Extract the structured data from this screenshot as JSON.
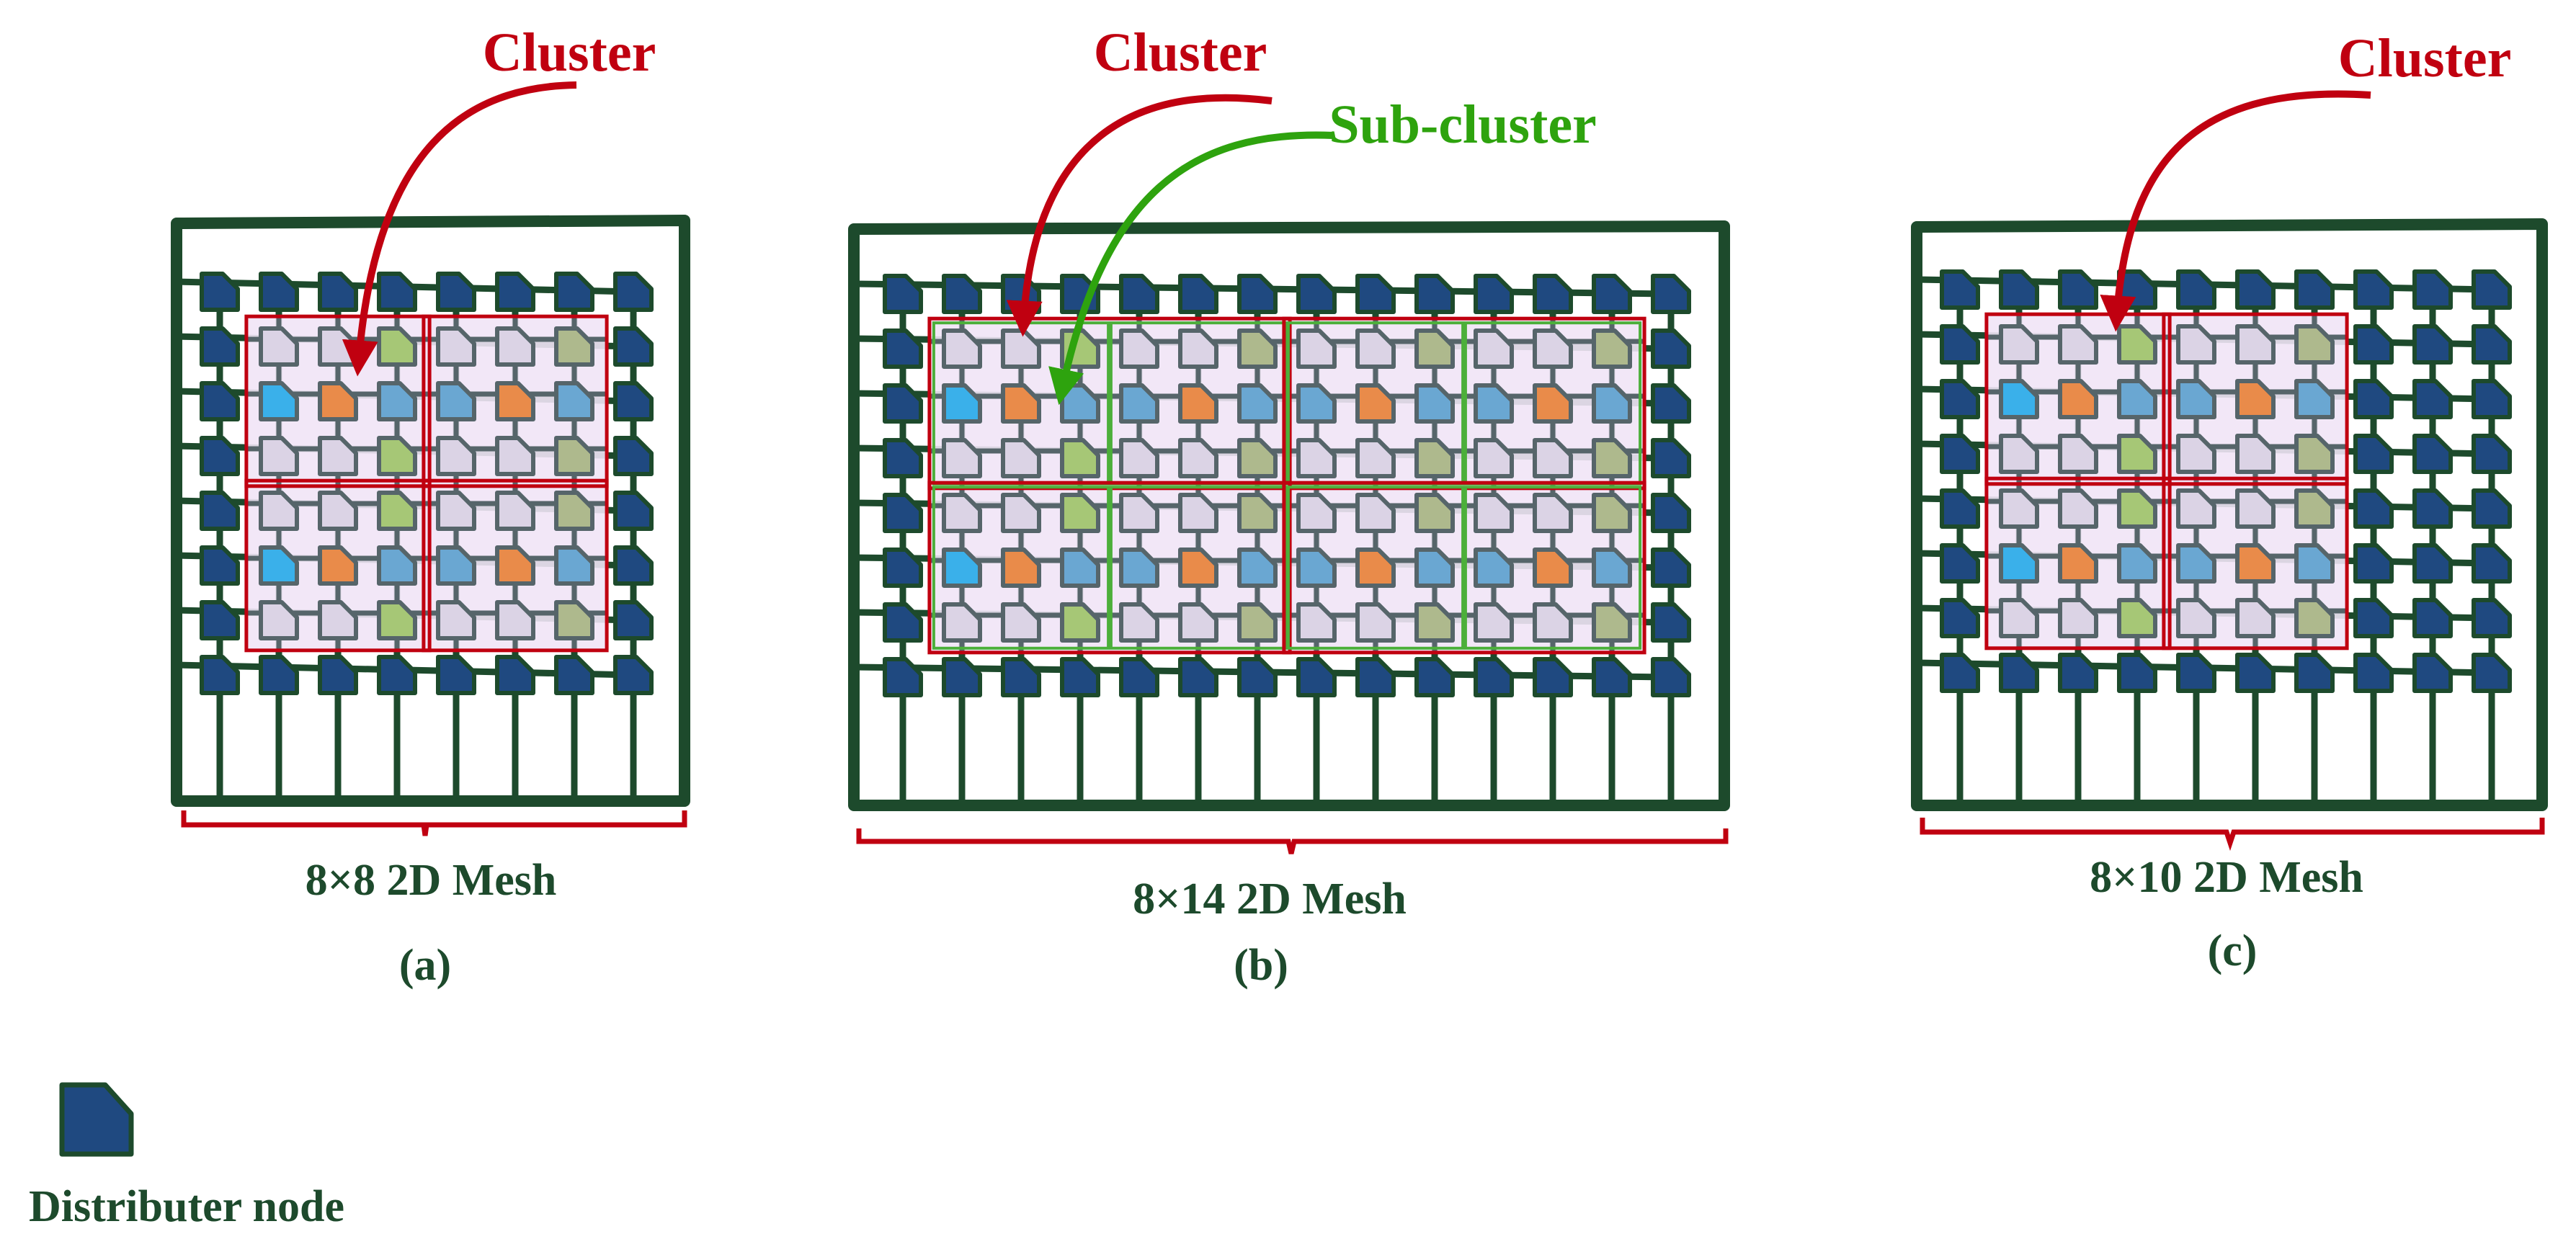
{
  "labels": {
    "cluster": "Cluster",
    "sub_cluster": "Sub-cluster",
    "legend_text": "Distributer node"
  },
  "meshes": [
    {
      "id": "a",
      "caption": "8×8 2D Mesh",
      "tag": "(a)",
      "rows": 8,
      "cols": 8,
      "cluster_grid": [
        2,
        2
      ],
      "has_subclusters": false
    },
    {
      "id": "b",
      "caption": "8×14 2D Mesh",
      "tag": "(b)",
      "rows": 8,
      "cols": 14,
      "cluster_grid": [
        2,
        2
      ],
      "has_subclusters": true
    },
    {
      "id": "c",
      "caption": "8×10 2D Mesh",
      "tag": "(c)",
      "rows": 8,
      "cols": 10,
      "cluster_grid": [
        2,
        2
      ],
      "has_subclusters": false
    }
  ],
  "colors": {
    "mesh_line": "#1d4a2c",
    "distributer_node": "#1f4980",
    "cluster_border": "#c00010",
    "cluster_arrow": "#c00010",
    "sub_cluster_border": "#4caf3a",
    "sub_cluster_arrow": "#2ea30e",
    "cluster_fill": "#f1e4f6",
    "node_lavender": "#dbd3e5",
    "node_blue": "#6aa7d2",
    "node_bright_blue": "#3ab0ea",
    "node_orange": "#e98b4a",
    "node_green": "#a6c776",
    "node_olive": "#aeb98d",
    "node_outline": "#56656a",
    "text_dark": "#1d4a2c"
  }
}
